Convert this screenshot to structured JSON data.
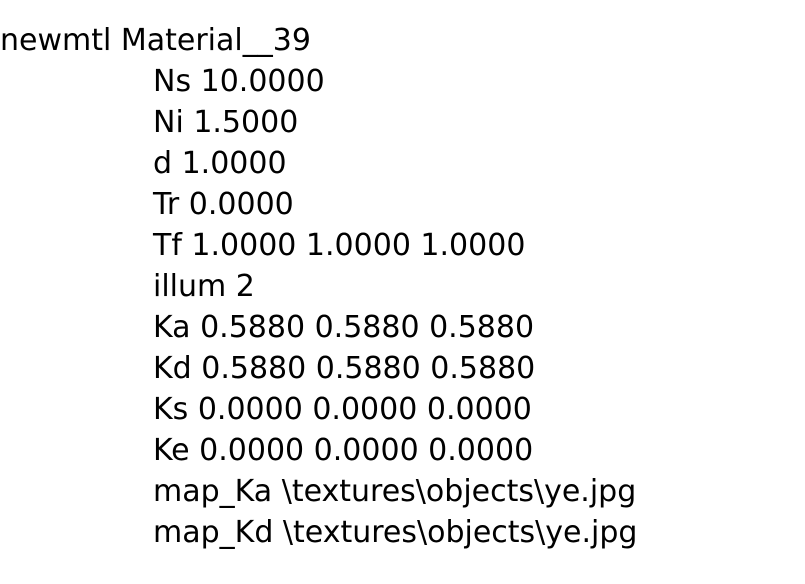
{
  "material_file": {
    "header": "newmtl Material__39",
    "lines": [
      "Ns 10.0000",
      "Ni 1.5000",
      "d 1.0000",
      "Tr 0.0000",
      "Tf 1.0000 1.0000 1.0000",
      "illum 2",
      "Ka 0.5880 0.5880 0.5880",
      "Kd 0.5880 0.5880 0.5880",
      "Ks 0.0000 0.0000 0.0000",
      "Ke 0.0000 0.0000 0.0000",
      "map_Ka \\textures\\objects\\ye.jpg",
      "map_Kd \\textures\\objects\\ye.jpg"
    ]
  }
}
